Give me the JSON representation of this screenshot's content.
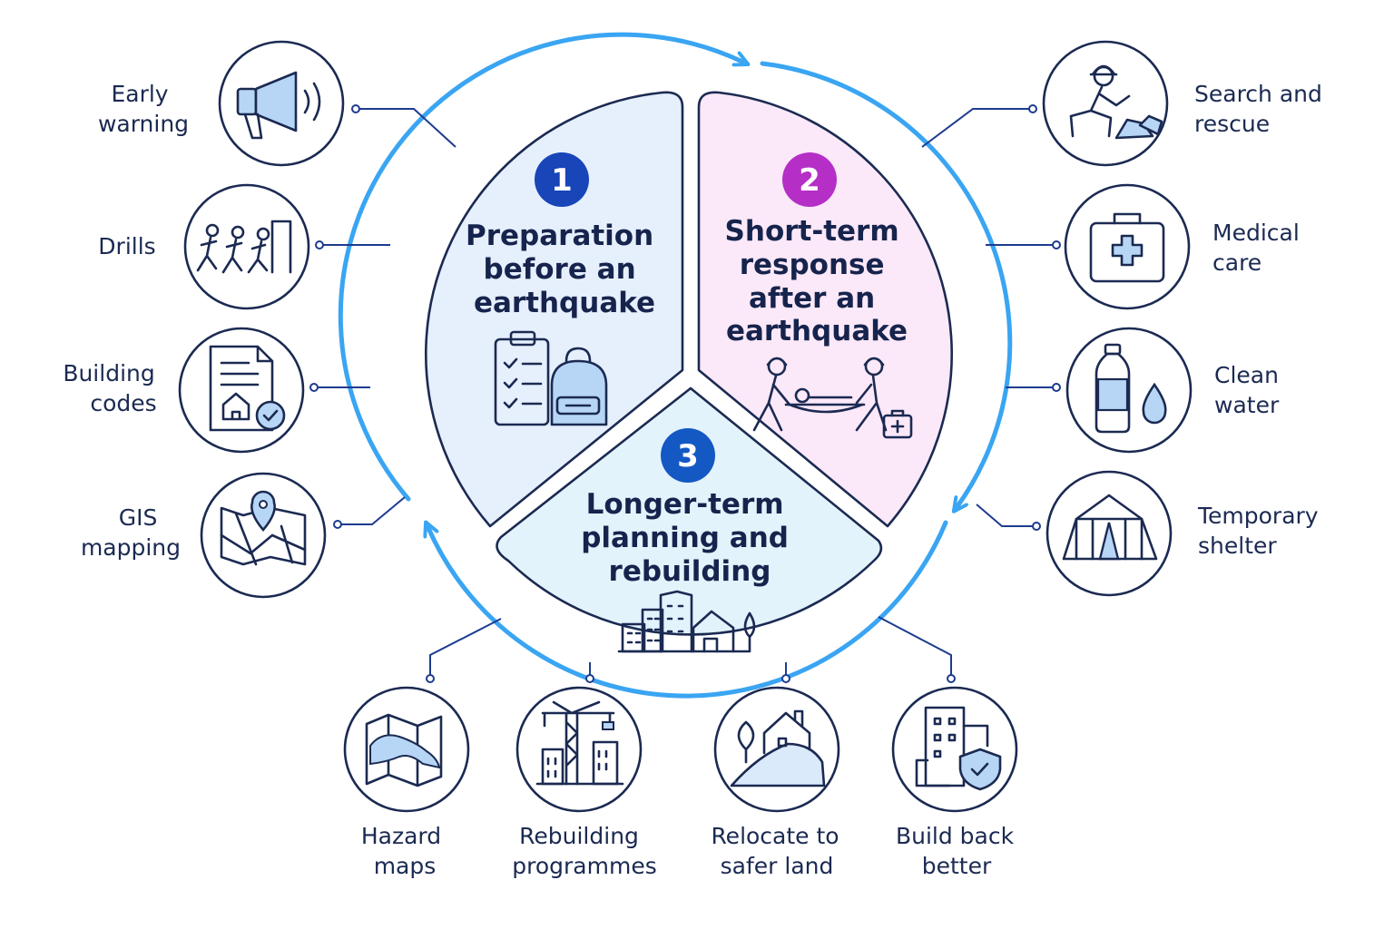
{
  "colors": {
    "cycle_arrow": "#3aa5f2",
    "segment_1_fill": "#e6effc",
    "segment_2_fill": "#fbe8f8",
    "segment_3_fill": "#e3f3fc",
    "badge_1": "#1845b8",
    "badge_2": "#b52fc7",
    "badge_3": "#1458c4",
    "outline": "#1b2a52"
  },
  "segments": [
    {
      "number": "1",
      "lines": [
        "Preparation",
        "before an",
        "earthquake"
      ],
      "icon": "clipboard-checklist-and-backpack-icon"
    },
    {
      "number": "2",
      "lines": [
        "Short-term",
        "response",
        "after an",
        "earthquake"
      ],
      "icon": "rescuers-carrying-stretcher-icon"
    },
    {
      "number": "3",
      "lines": [
        "Longer-term",
        "planning and",
        "rebuilding"
      ],
      "icon": "city-buildings-icon"
    }
  ],
  "items_left": [
    {
      "lines": [
        "Early",
        "warning"
      ],
      "icon": "megaphone-icon"
    },
    {
      "lines": [
        "Drills"
      ],
      "icon": "evacuation-drill-icon"
    },
    {
      "lines": [
        "Building",
        "codes"
      ],
      "icon": "building-code-document-icon"
    },
    {
      "lines": [
        "GIS",
        "mapping"
      ],
      "icon": "map-pin-icon"
    }
  ],
  "items_right": [
    {
      "lines": [
        "Search and",
        "rescue"
      ],
      "icon": "search-rescue-worker-icon"
    },
    {
      "lines": [
        "Medical",
        "care"
      ],
      "icon": "first-aid-kit-icon"
    },
    {
      "lines": [
        "Clean",
        "water"
      ],
      "icon": "water-bottle-icon"
    },
    {
      "lines": [
        "Temporary",
        "shelter"
      ],
      "icon": "tent-icon"
    }
  ],
  "items_bottom": [
    {
      "lines": [
        "Hazard",
        "maps"
      ],
      "icon": "hazard-map-icon"
    },
    {
      "lines": [
        "Rebuilding",
        "programmes"
      ],
      "icon": "construction-crane-icon"
    },
    {
      "lines": [
        "Relocate to",
        "safer land"
      ],
      "icon": "house-on-hill-icon"
    },
    {
      "lines": [
        "Build back",
        "better"
      ],
      "icon": "building-shield-icon"
    }
  ]
}
